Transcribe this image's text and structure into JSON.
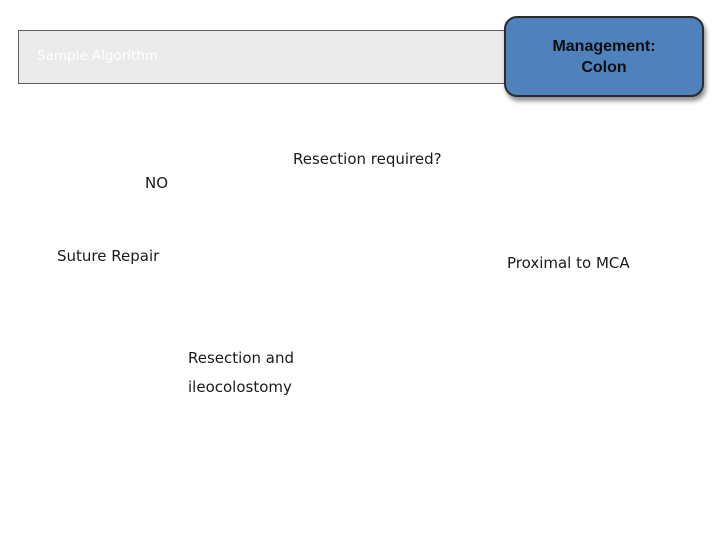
{
  "header": {
    "title": "Sample Algorithm",
    "badge_line1": "Management:",
    "badge_line2": "Colon"
  },
  "diagram": {
    "question": "Resection required?",
    "no_label": "NO",
    "suture_repair": "Suture Repair",
    "proximal": "Proximal to MCA",
    "resection_line1": "Resection and",
    "resection_line2": "ileocolostomy"
  },
  "colors": {
    "badge_fill": "#4f81bd",
    "title_bar_fill": "#ebebeb",
    "title_text": "#ffffff"
  }
}
